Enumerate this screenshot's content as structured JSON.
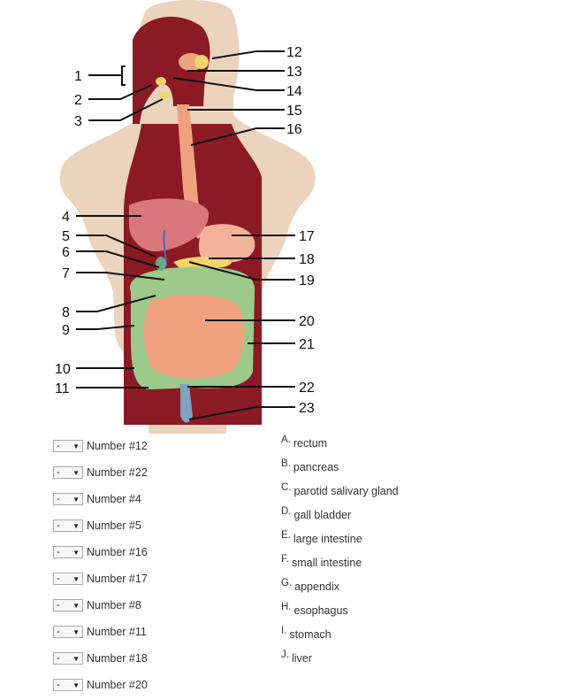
{
  "figure": {
    "labels": [
      "1",
      "2",
      "3",
      "4",
      "5",
      "6",
      "7",
      "8",
      "9",
      "10",
      "11",
      "12",
      "13",
      "14",
      "15",
      "16",
      "17",
      "18",
      "19",
      "20",
      "21",
      "22",
      "23"
    ]
  },
  "questions": [
    {
      "selected": "-",
      "label": "Number #12"
    },
    {
      "selected": "-",
      "label": "Number #22"
    },
    {
      "selected": "-",
      "label": "Number #4"
    },
    {
      "selected": "-",
      "label": "Number #5"
    },
    {
      "selected": "-",
      "label": "Number #16"
    },
    {
      "selected": "-",
      "label": "Number #17"
    },
    {
      "selected": "-",
      "label": "Number #8"
    },
    {
      "selected": "-",
      "label": "Number #11"
    },
    {
      "selected": "-",
      "label": "Number #18"
    },
    {
      "selected": "-",
      "label": "Number #20"
    }
  ],
  "answers": [
    {
      "letter": "A.",
      "text": "rectum"
    },
    {
      "letter": "B.",
      "text": "pancreas"
    },
    {
      "letter": "C.",
      "text": "parotid salivary gland"
    },
    {
      "letter": "D.",
      "text": "gall bladder"
    },
    {
      "letter": "E.",
      "text": "large intestine"
    },
    {
      "letter": "F.",
      "text": "small intestine"
    },
    {
      "letter": "G.",
      "text": "appendix"
    },
    {
      "letter": "H.",
      "text": "esophagus"
    },
    {
      "letter": "I.",
      "text": "stomach"
    },
    {
      "letter": "J.",
      "text": "liver"
    }
  ],
  "colors": {
    "skin": "#ecd3bd",
    "cavity": "#8b1a24",
    "esophagus": "#f0a27e",
    "liver": "#d9787c",
    "stomach": "#f2b39a",
    "gland": "#f3d36a",
    "small_intestine": "#f0a27e",
    "large_intestine": "#9dca8a",
    "rectum": "#7fa3c0"
  }
}
